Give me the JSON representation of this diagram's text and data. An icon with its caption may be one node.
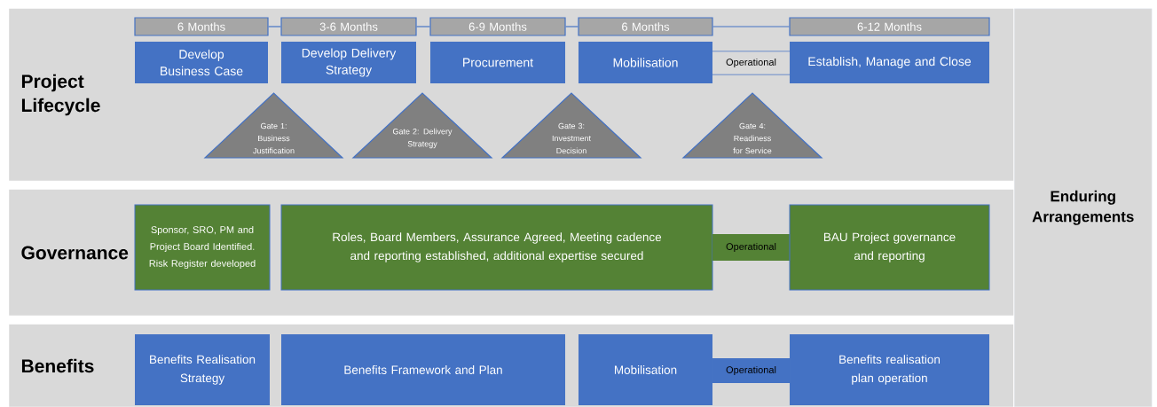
{
  "diagram": {
    "nodes": [
      {
        "text": [
          "Project Lifecycle"
        ]
      },
      {
        "text": [
          "6 Months"
        ],
        "in": 0
      },
      {
        "text": [
          "3-6 Months"
        ],
        "in": 0
      },
      {
        "text": [
          "6-9 Months"
        ],
        "in": 0
      },
      {
        "text": [
          "6 Months"
        ],
        "in": 0
      },
      {
        "text": [
          "6-12 Months"
        ],
        "in": 0
      },
      {
        "text": [
          "Develop Business Case"
        ],
        "in": 0
      },
      {
        "text": [
          "Develop Delivery Strategy"
        ],
        "in": 0
      },
      {
        "text": [
          "Procurement"
        ],
        "in": 0
      },
      {
        "text": [
          "Mobilisation"
        ],
        "in": 0
      },
      {
        "text": [
          "Establish, Manage and Close"
        ],
        "in": 0
      },
      {
        "text": [
          "Operational"
        ],
        "in": 0
      },
      {
        "text": [
          "Gate 1: Business Justification"
        ],
        "in": 0
      },
      {
        "text": [
          "Gate 2: Delivery Strategy"
        ],
        "in": 0
      },
      {
        "text": [
          "Gate 3: Investment Decision"
        ],
        "in": 0
      },
      {
        "text": [
          "Gate 4: Readiness for Service"
        ],
        "in": 0
      },
      {
        "text": [
          "Governance"
        ]
      },
      {
        "text": [
          "Sponsor, SRO, PM and Project Board Identified. Risk Register developed"
        ],
        "in": 16
      },
      {
        "text": [
          "Roles, Board Members, Assurance Agreed, Meeting cadence and reporting established, additional expertise secured"
        ],
        "in": 16
      },
      {
        "text": [
          "Operational"
        ],
        "in": 16
      },
      {
        "text": [
          "BAU Project governance and reporting"
        ],
        "in": 16
      },
      {
        "text": [
          "Benefits"
        ]
      },
      {
        "text": [
          "Benefits Realisation Strategy"
        ],
        "in": 21
      },
      {
        "text": [
          "Benefits Framework and Plan"
        ],
        "in": 21
      },
      {
        "text": [
          "Mobilisation"
        ],
        "in": 21
      },
      {
        "text": [
          "Operational"
        ],
        "in": 21
      },
      {
        "text": [
          "Benefits realisation plan operation"
        ],
        "in": 21
      },
      {
        "text": [
          "Enduring Arrangements"
        ]
      }
    ],
    "edges": [
      {
        "from": 1,
        "to": 2,
        "arrow": "none"
      },
      {
        "from": 2,
        "to": 3,
        "arrow": "none"
      },
      {
        "from": 3,
        "to": 4,
        "arrow": "none"
      },
      {
        "from": 4,
        "to": 5,
        "arrow": "none"
      }
    ]
  }
}
